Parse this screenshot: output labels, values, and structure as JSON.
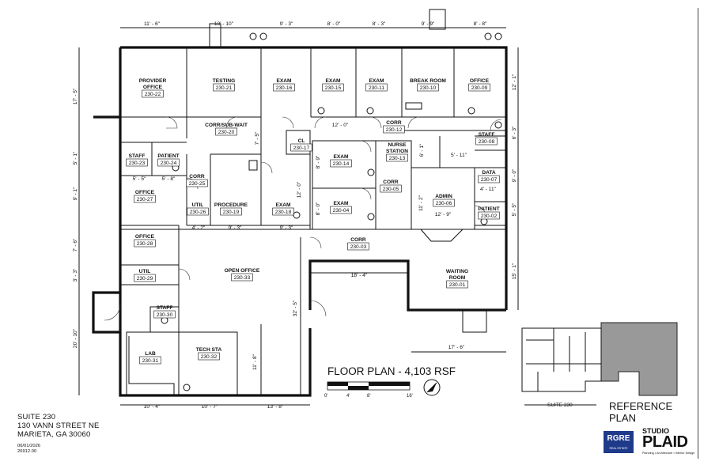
{
  "rooms": [
    {
      "name": "PROVIDER\nOFFICE",
      "number": "230-22"
    },
    {
      "name": "TESTING",
      "number": "230-21"
    },
    {
      "name": "EXAM",
      "number": "230-16"
    },
    {
      "name": "EXAM",
      "number": "230-15"
    },
    {
      "name": "EXAM",
      "number": "230-11"
    },
    {
      "name": "BREAK ROOM",
      "number": "230-10"
    },
    {
      "name": "OFFICE",
      "number": "230-09"
    },
    {
      "name": "CORR/SUB-WAIT",
      "number": "230-20"
    },
    {
      "name": "CL",
      "number": "230-17"
    },
    {
      "name": "CORR",
      "number": "230-12"
    },
    {
      "name": "NURSE\nSTATION",
      "number": "230-13"
    },
    {
      "name": "STAFF",
      "number": "230-08"
    },
    {
      "name": "STAFF",
      "number": "230-23"
    },
    {
      "name": "PATIENT",
      "number": "230-24"
    },
    {
      "name": "CORR",
      "number": "230-25"
    },
    {
      "name": "EXAM",
      "number": "230-14"
    },
    {
      "name": "CORR",
      "number": "230-05"
    },
    {
      "name": "DATA",
      "number": "230-07"
    },
    {
      "name": "OFFICE",
      "number": "230-27"
    },
    {
      "name": "UTIL",
      "number": "230-26"
    },
    {
      "name": "PROCEDURE",
      "number": "230-19"
    },
    {
      "name": "EXAM",
      "number": "230-18"
    },
    {
      "name": "EXAM",
      "number": "230-04"
    },
    {
      "name": "ADMIN",
      "number": "230-06"
    },
    {
      "name": "PATIENT",
      "number": "230-02"
    },
    {
      "name": "OFFICE",
      "number": "230-28"
    },
    {
      "name": "CORR",
      "number": "230-03"
    },
    {
      "name": "UTIL",
      "number": "230-29"
    },
    {
      "name": "OPEN OFFICE",
      "number": "230-33"
    },
    {
      "name": "WAITING\nROOM",
      "number": "230-01"
    },
    {
      "name": "STAFF",
      "number": "230-30"
    },
    {
      "name": "LAB",
      "number": "230-31"
    },
    {
      "name": "TECH STA",
      "number": "230-32"
    }
  ],
  "dimensions": [
    "11' - 6\"",
    "13' - 10\"",
    "9' - 3\"",
    "8' - 0\"",
    "8' - 3\"",
    "9' - 9\"",
    "8' - 8\"",
    "17' - 5\"",
    "12' - 1\"",
    "12' - 0\"",
    "7' - 5\"",
    "6' - 3\"",
    "5' - 1\"",
    "5' - 5\"",
    "5' - 8\"",
    "8' - 9\"",
    "5' - 11\"",
    "6' - 1\"",
    "9' - 0\"",
    "4' - 11\"",
    "9' - 1\"",
    "12' - 0\"",
    "8' - 0\"",
    "11' - 2\"",
    "12' - 9\"",
    "5' - 5\"",
    "4' - 2\"",
    "9' - 3\"",
    "9' - 3\"",
    "7' - 6\"",
    "3' - 3\"",
    "18' - 4\"",
    "15' - 1\"",
    "32' - 5\"",
    "20' - 10\"",
    "11' - 8\"",
    "17' - 6\"",
    "10' - 4\"",
    "10' - 7\"",
    "13' - 8\""
  ],
  "floor_plan_title": "FLOOR PLAN - 4,103 RSF",
  "scale_labels": [
    "0'",
    "4'",
    "8'",
    "16'"
  ],
  "suite_address": [
    "SUITE 230",
    "130 VANN  STREET NE",
    "MARIETA, GA 30060"
  ],
  "date": "06/01/2026",
  "job_number": "26912.00",
  "reference_plan_label": "REFERENCE\nPLAN",
  "reference_suite_label": "SUITE 230",
  "logos": {
    "rgre": "RGRE",
    "rgre_sub": "REAL ESTATE",
    "studio": "STUDIO",
    "plaid": "PLAID",
    "plaid_tagline": "Planning • Architecture • Interior Design"
  },
  "colors": {
    "wall": "#111111",
    "reference_fill": "#999999",
    "rgre_brand": "#1f3a8a"
  }
}
